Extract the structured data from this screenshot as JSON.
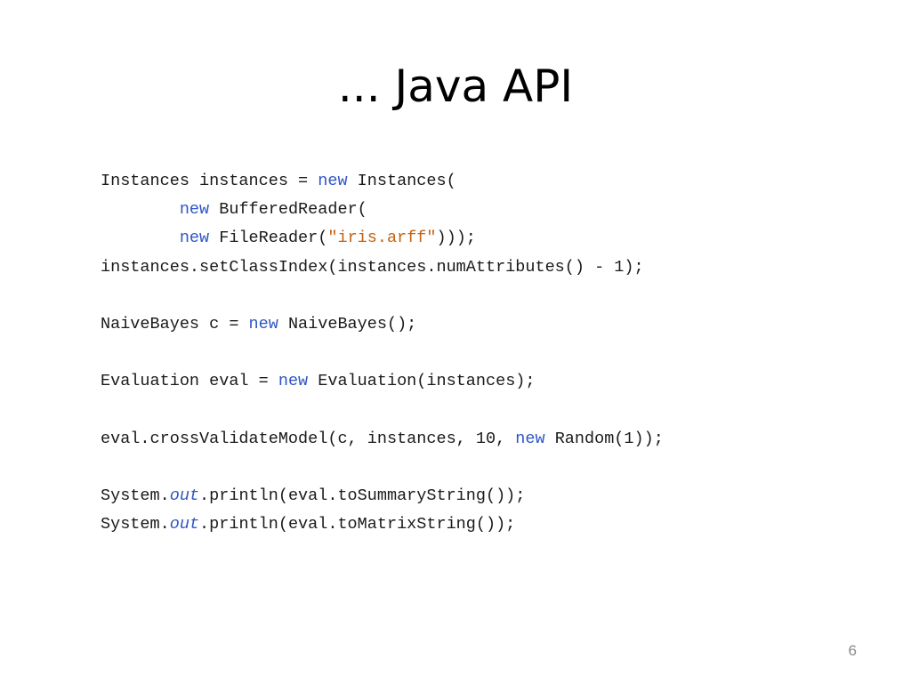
{
  "slide": {
    "title": "... Java API",
    "page_number": "6"
  },
  "code": {
    "l1": [
      "Instances instances = ",
      "new",
      " Instances("
    ],
    "l2": [
      "        ",
      "new",
      " BufferedReader("
    ],
    "l3": [
      "        ",
      "new",
      " FileReader(",
      "\"iris.arff\"",
      ")));"
    ],
    "l4": [
      "instances.setClassIndex(instances.numAttributes() - 1);"
    ],
    "l6": [
      "NaiveBayes c = ",
      "new",
      " NaiveBayes();"
    ],
    "l8": [
      "Evaluation eval = ",
      "new",
      " Evaluation(instances);"
    ],
    "l10": [
      "eval.crossValidateModel(c, instances, 10, ",
      "new",
      " Random(1));"
    ],
    "l12": [
      "System.",
      "out",
      ".println(eval.toSummaryString());"
    ],
    "l13": [
      "System.",
      "out",
      ".println(eval.toMatrixString());"
    ]
  },
  "colors": {
    "keyword": "#3056c7",
    "string": "#c4610f",
    "text": "#1a1a1a"
  }
}
